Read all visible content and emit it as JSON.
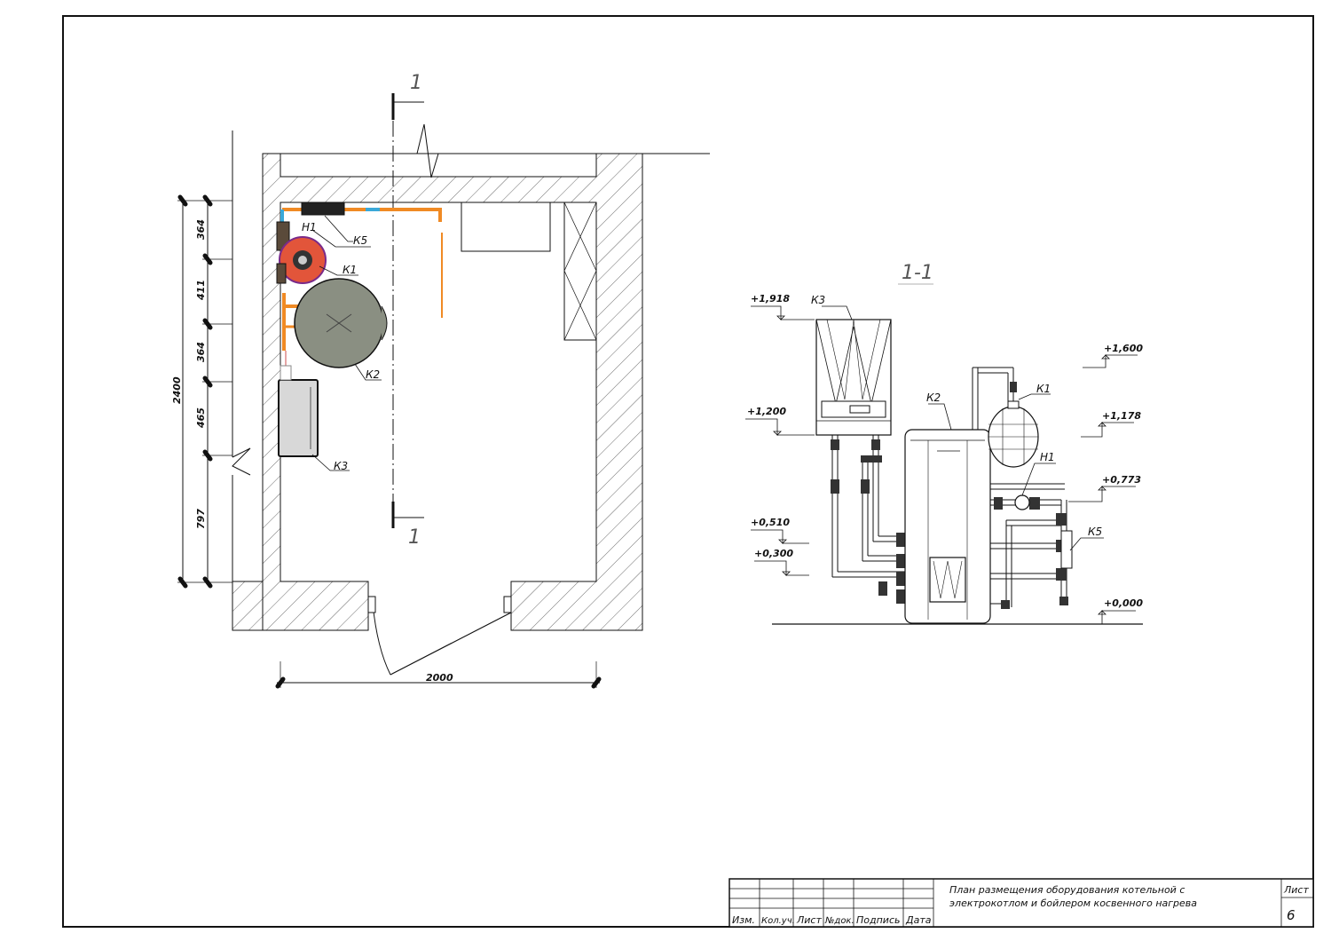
{
  "plan": {
    "section_mark_top": "1",
    "section_mark_bottom": "1",
    "dims_vertical": [
      "364",
      "411",
      "364",
      "465",
      "797"
    ],
    "dim_total_vertical": "2400",
    "dim_horizontal": "2000",
    "labels": {
      "h1": "Н1",
      "k5": "К5",
      "k1": "К1",
      "k2": "К2",
      "k3": "К3"
    }
  },
  "section": {
    "title": "1-1",
    "levels": {
      "l1918": "+1,918",
      "l1200": "+1,200",
      "l0510": "+0,510",
      "l0300": "+0,300",
      "l1600": "+1,600",
      "l1178": "+1,178",
      "l0773": "+0,773",
      "l0000": "+0,000"
    },
    "labels": {
      "k3": "К3",
      "k2": "К2",
      "k1": "К1",
      "h1": "Н1",
      "k5": "К5"
    }
  },
  "stamp": {
    "headers": [
      "Изм.",
      "Кол.уч.",
      "Лист",
      "№док.",
      "Подпись",
      "Дата"
    ],
    "title_line1": "План размещения оборудования котельной с",
    "title_line2": "электрокотлом и бойлером косвенного нагрева",
    "sheet_label": "Лист",
    "sheet_number": "6"
  },
  "colors": {
    "line": "#111111",
    "orange": "#f08a24",
    "blue": "#3aa8d8",
    "boiler": "#8a8f82",
    "pump": "#e2553a",
    "heater": "#d8d8d8"
  }
}
